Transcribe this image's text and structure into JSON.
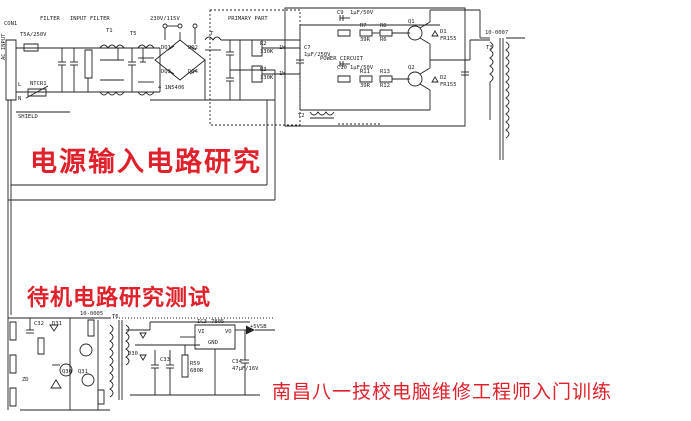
{
  "titles": {
    "main": "电源输入电路研究",
    "standby": "待机电路研究测试",
    "school": "南昌八一技校电脑维修工程师入门训练"
  },
  "schematic_labels": {
    "ac_input": "AC INPUT",
    "con1": "CON1",
    "filter": "FILTER",
    "fuse_rating": "T5A/250V",
    "input_filter": "INPUT FILTER",
    "shield": "SHIELD",
    "ntc": "NTCR1",
    "line": "L",
    "neutral": "N",
    "voltage_select": "230V/115V",
    "primary_part": "PRIMARY PART",
    "power_circuit": "POWER CIRCUIT",
    "c9": "C9",
    "c9_value": "1µF/50V",
    "c10": "C10",
    "c10_value": "1µF/50V",
    "c7": "C7",
    "c7_value": "1µF/250V",
    "q1": "Q1",
    "q2": "Q2",
    "d1": "D1",
    "d2": "D2",
    "fr155_1": "FR155",
    "fr155_2": "FR155",
    "t1": "T1",
    "t2": "T2",
    "t3": "T3",
    "t5": "T5",
    "t6": "T6",
    "t": "T",
    "dq1": "DQ1",
    "dq2": "DQ2",
    "dq3": "DQ3",
    "dq4": "DQ4",
    "bridge": "4 1N5406",
    "r2": "R2",
    "r3": "R3",
    "r2_value": "330K",
    "r3_value": "330K",
    "one_w_1": "1W",
    "one_w_2": "1W",
    "r11": "R11",
    "r8": "R8",
    "r7": "R7",
    "r12": "R12",
    "r6": "R6",
    "r13": "R13",
    "r7_value": "39R",
    "r11_value": "39R",
    "ee_part": "10-0007",
    "ic3": "IC3",
    "ic3_model": "7805",
    "vi": "VI",
    "vo": "VO",
    "gnd": "GND",
    "vsb": "+5VSB",
    "r59": "R59",
    "r59_value": "680R",
    "c32": "C32",
    "d31": "D31",
    "d30": "D30",
    "c33": "C33",
    "c34": "C34",
    "c34_value": "47µF/16V",
    "q30": "Q30",
    "q31": "Q31",
    "zd": "ZD",
    "part_10_0005": "10-0005"
  }
}
